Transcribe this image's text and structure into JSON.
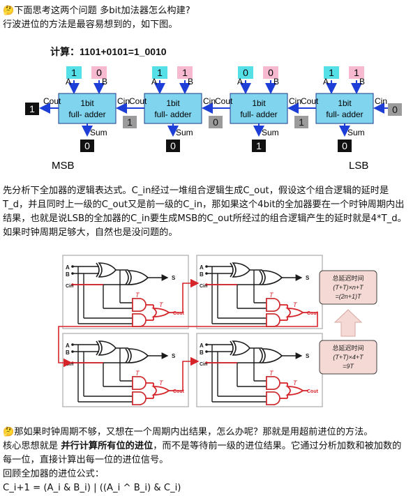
{
  "intro": {
    "emoji": "🤔",
    "line1": "下面思考这两个问题 多bit加法器怎么构建?",
    "line2": "行波进位的方法是最容易想到的，如下图。"
  },
  "adder_figure": {
    "calc_label": "计算：1101+0101=1_0010",
    "block_label_line1": "1bit",
    "block_label_line2": "full- adder",
    "input_a_label": "A",
    "input_b_label": "B",
    "sum_label": "Sum",
    "cout_label": "Cout",
    "cin_label": "Cin",
    "msb_label": "MSB",
    "lsb_label": "LSB",
    "stages": [
      {
        "a": "1",
        "b": "0",
        "sum": "0"
      },
      {
        "a": "1",
        "b": "1",
        "sum": "0"
      },
      {
        "a": "0",
        "b": "0",
        "sum": "1"
      },
      {
        "a": "1",
        "b": "1",
        "sum": "0"
      }
    ],
    "carries": [
      "1",
      "1",
      "0",
      "1",
      "0"
    ],
    "colors": {
      "a_input": "#55e0e8",
      "b_input": "#f6b9d0",
      "adder_block": "#80d4ee",
      "arrow": "#1d3fd8",
      "carry_grey": "#9b9b9b"
    }
  },
  "analysis": {
    "line1": "先分析下全加器的逻辑表达式。C_in经过一堆组合逻辑生成C_out，假设这个组合逻辑的延时是",
    "line2": "T_d，并且同时上一级的C_out又是前一级的C_in，那如果这个4bit的全加器要在一个时钟周期内出",
    "line3": "结果，也就是说LSB的全加器的C_in要生成MSB的C_out所经过的组合逻辑产生的延时就是4*T_d。",
    "line4": "如果时钟周期足够大，自然也是没问题的。"
  },
  "gate_figure": {
    "label_a": "A",
    "label_b": "B",
    "label_cin": "Cin",
    "label_s": "S",
    "label_cout": "Cout",
    "label_t": "T",
    "delay_box_top": {
      "line1": "总延迟时间",
      "line2": "(T+T)×n+T",
      "line3": "=(2n+1)T"
    },
    "delay_box_bottom": {
      "line1": "总延迟时间",
      "line2": "(T+T)×4+T",
      "line3": "=9T"
    },
    "colors": {
      "wire": "#1a1a1a",
      "critical_path": "#d7242a",
      "delay_box_fill": "#f4d9d4",
      "delay_box_border": "#444444"
    }
  },
  "closing": {
    "emoji": "🤔",
    "line1": "那如果时钟周期不够，又想在一个周期内出结果，怎么办呢？那就是用超前进位的方法。",
    "line2_prefix": "核心思想就是 ",
    "line2_bold": "并行计算所有位的进位",
    "line2_suffix": "，而不是等待前一级的进位结果。它通过分析加数和被加数的",
    "line3": "每一位，直接计算出每一位的进位信号。",
    "line4": "回顾全加器的进位公式：",
    "line5": "C_i+1 = (A_i & B_i) | ((A_i ^ B_i) & C_i)"
  }
}
